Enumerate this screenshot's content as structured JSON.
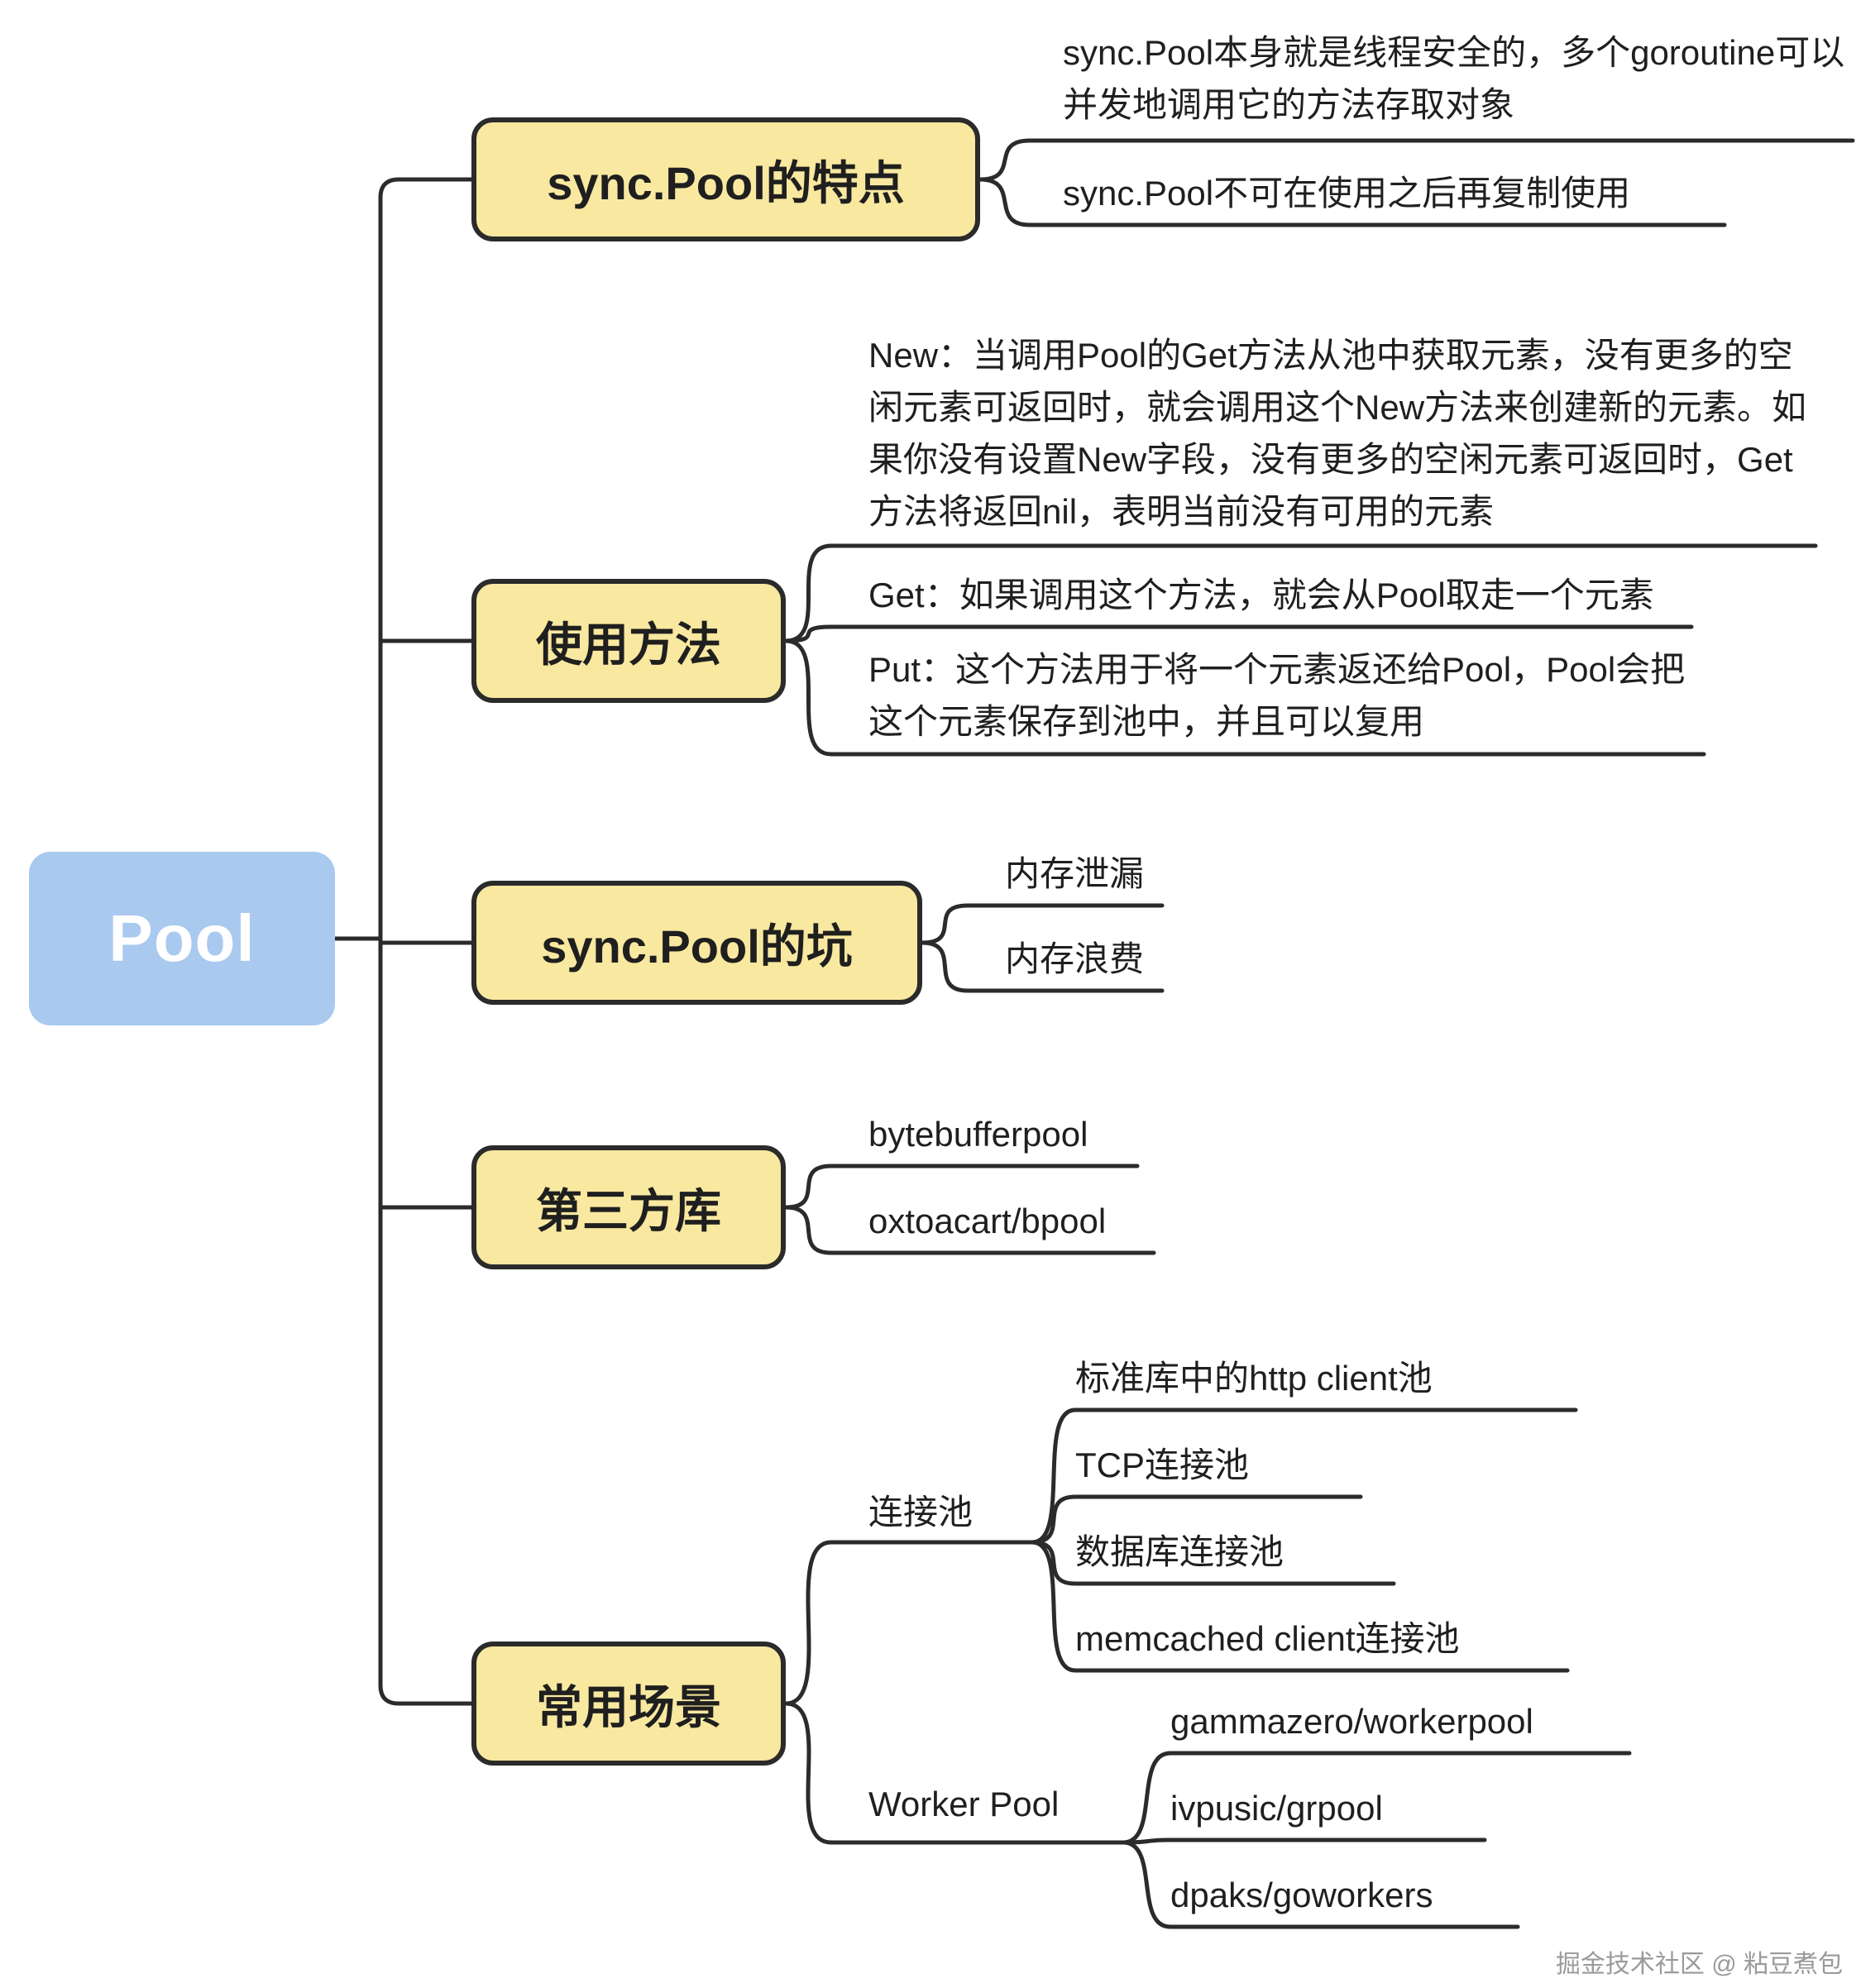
{
  "root": {
    "label": "Pool"
  },
  "branches": [
    {
      "label": "sync.Pool的特点",
      "leaves": [
        "sync.Pool本身就是线程安全的，多个goroutine可以并发地调用它的方法存取对象",
        "sync.Pool不可在使用之后再复制使用"
      ]
    },
    {
      "label": "使用方法",
      "leaves": [
        "New：当调用Pool的Get方法从池中获取元素，没有更多的空闲元素可返回时，就会调用这个New方法来创建新的元素。如果你没有设置New字段，没有更多的空闲元素可返回时，Get方法将返回nil，表明当前没有可用的元素",
        "Get：如果调用这个方法，就会从Pool取走一个元素",
        "Put：这个方法用于将一个元素返还给Pool，Pool会把这个元素保存到池中，并且可以复用"
      ]
    },
    {
      "label": "sync.Pool的坑",
      "leaves": [
        "内存泄漏",
        "内存浪费"
      ]
    },
    {
      "label": "第三方库",
      "leaves": [
        "bytebufferpool",
        "oxtoacart/bpool"
      ]
    },
    {
      "label": "常用场景",
      "children": [
        {
          "label": "连接池",
          "leaves": [
            "标准库中的http client池",
            "TCP连接池",
            "数据库连接池",
            "memcached client连接池"
          ]
        },
        {
          "label": "Worker Pool",
          "leaves": [
            "gammazero/workerpool",
            "ivpusic/grpool",
            "dpaks/goworkers"
          ]
        }
      ]
    }
  ],
  "colors": {
    "root_fill": "#a9c9ef",
    "branch_fill": "#f9e8a0",
    "line": "#2b2b2b"
  },
  "watermark": "掘金技术社区 @ 粘豆煮包"
}
